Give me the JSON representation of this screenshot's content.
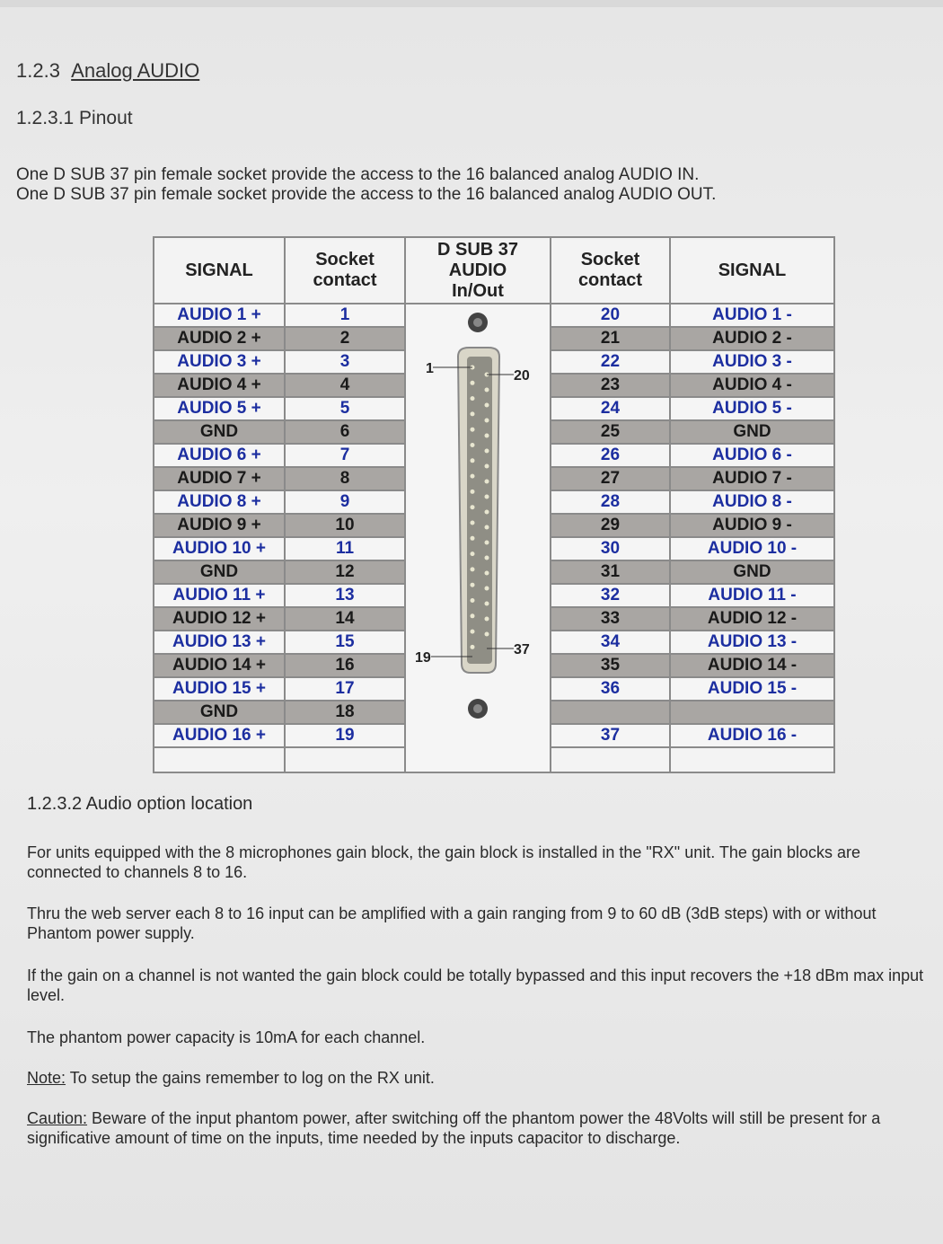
{
  "heading": {
    "number": "1.2.3",
    "title": "Analog AUDIO"
  },
  "subheading1": "1.2.3.1  Pinout",
  "intro": [
    "One D SUB 37 pin female socket provide the access to the 16 balanced analog AUDIO IN.",
    "One D SUB 37 pin female socket provide the access to the 16 balanced analog AUDIO OUT."
  ],
  "table": {
    "headers": [
      "SIGNAL",
      "Socket contact",
      "D SUB 37 AUDIO In/Out",
      "Socket contact",
      "SIGNAL"
    ],
    "connector_labels": [
      "1",
      "20",
      "19",
      "37"
    ],
    "left": [
      [
        "AUDIO 1 +",
        "1"
      ],
      [
        "AUDIO 2 +",
        "2"
      ],
      [
        "AUDIO 3 +",
        "3"
      ],
      [
        "AUDIO 4 +",
        "4"
      ],
      [
        "AUDIO 5 +",
        "5"
      ],
      [
        "GND",
        "6"
      ],
      [
        "AUDIO 6 +",
        "7"
      ],
      [
        "AUDIO 7 +",
        "8"
      ],
      [
        "AUDIO 8 +",
        "9"
      ],
      [
        "AUDIO 9 +",
        "10"
      ],
      [
        "AUDIO 10 +",
        "11"
      ],
      [
        "GND",
        "12"
      ],
      [
        "AUDIO 11 +",
        "13"
      ],
      [
        "AUDIO 12 +",
        "14"
      ],
      [
        "AUDIO 13 +",
        "15"
      ],
      [
        "AUDIO 14 +",
        "16"
      ],
      [
        "AUDIO 15 +",
        "17"
      ],
      [
        "GND",
        "18"
      ],
      [
        "AUDIO 16 +",
        "19"
      ]
    ],
    "right": [
      [
        "20",
        "AUDIO 1 -"
      ],
      [
        "21",
        "AUDIO 2 -"
      ],
      [
        "22",
        "AUDIO 3 -"
      ],
      [
        "23",
        "AUDIO 4 -"
      ],
      [
        "24",
        "AUDIO 5 -"
      ],
      [
        "25",
        "GND"
      ],
      [
        "26",
        "AUDIO 6 -"
      ],
      [
        "27",
        "AUDIO 7 -"
      ],
      [
        "28",
        "AUDIO 8 -"
      ],
      [
        "29",
        "AUDIO 9 -"
      ],
      [
        "30",
        "AUDIO 10 -"
      ],
      [
        "31",
        "GND"
      ],
      [
        "32",
        "AUDIO 11 -"
      ],
      [
        "33",
        "AUDIO 12 -"
      ],
      [
        "34",
        "AUDIO 13 -"
      ],
      [
        "35",
        "AUDIO 14 -"
      ],
      [
        "36",
        "AUDIO 15 -"
      ],
      [
        "",
        ""
      ],
      [
        "37",
        "AUDIO 16 -"
      ]
    ]
  },
  "subheading2": "1.2.3.2  Audio option location",
  "paragraphs": [
    "For units equipped with the 8 microphones gain block, the gain block is installed in the \"RX\" unit. The gain blocks are connected to channels 8 to 16.",
    "Thru the web server each 8 to 16 input can be amplified with a gain ranging from 9 to 60 dB (3dB steps) with or without Phantom power supply.",
    "If the gain on a channel is not wanted the gain block could be totally bypassed and this input recovers the +18 dBm max input level.",
    "The phantom power capacity is 10mA for each channel."
  ],
  "note": {
    "label": "Note:",
    "text": " To setup the gains remember to log on the RX unit."
  },
  "caution": {
    "label": "Caution:",
    "text": " Beware of the input phantom power, after switching off the phantom power the 48Volts will still be present for a significative amount of time on the inputs, time needed by the inputs capacitor to discharge."
  }
}
